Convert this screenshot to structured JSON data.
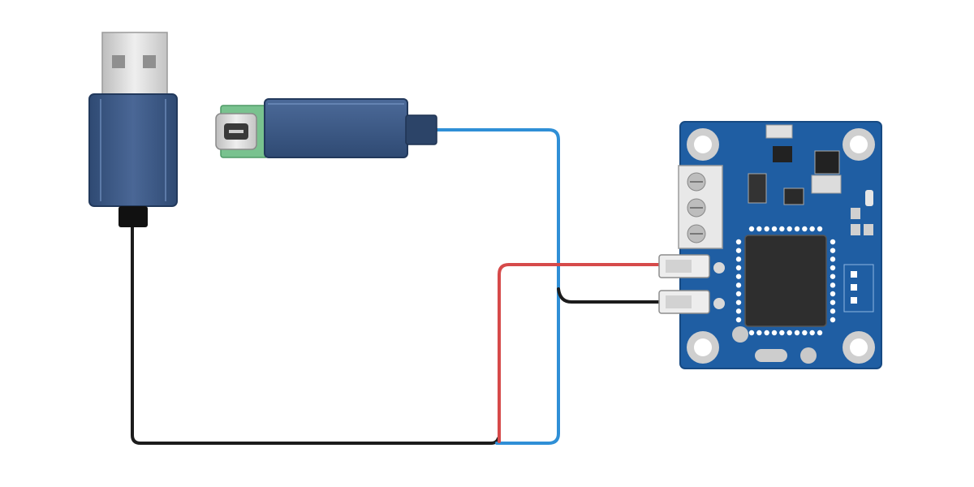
{
  "diagram": {
    "components": [
      {
        "id": "usb-a-plug",
        "kind": "USB Type-A connector"
      },
      {
        "id": "micro-usb-plug",
        "kind": "Micro-USB connector"
      },
      {
        "id": "controller-board",
        "kind": "blue PCB module with QFN chip, screw terminal and two JST sockets"
      }
    ],
    "wires": [
      {
        "id": "black-wire",
        "color": "#1c1c1c",
        "from": "usb-a-plug",
        "to": "controller-board"
      },
      {
        "id": "blue-wire",
        "color": "#2f8fd6",
        "from": "micro-usb-plug",
        "to": "controller-board"
      },
      {
        "id": "red-wire",
        "color": "#d64a4a",
        "from": "controller-board",
        "to": "cable-junction"
      }
    ]
  },
  "colors": {
    "connector_body": "#3d5a87",
    "connector_dark": "#2c4468",
    "metal": "#d9d9d9",
    "pcb": "#1f5ea3",
    "chip": "#2e2e2e",
    "pcb_green": "#79c28f"
  }
}
